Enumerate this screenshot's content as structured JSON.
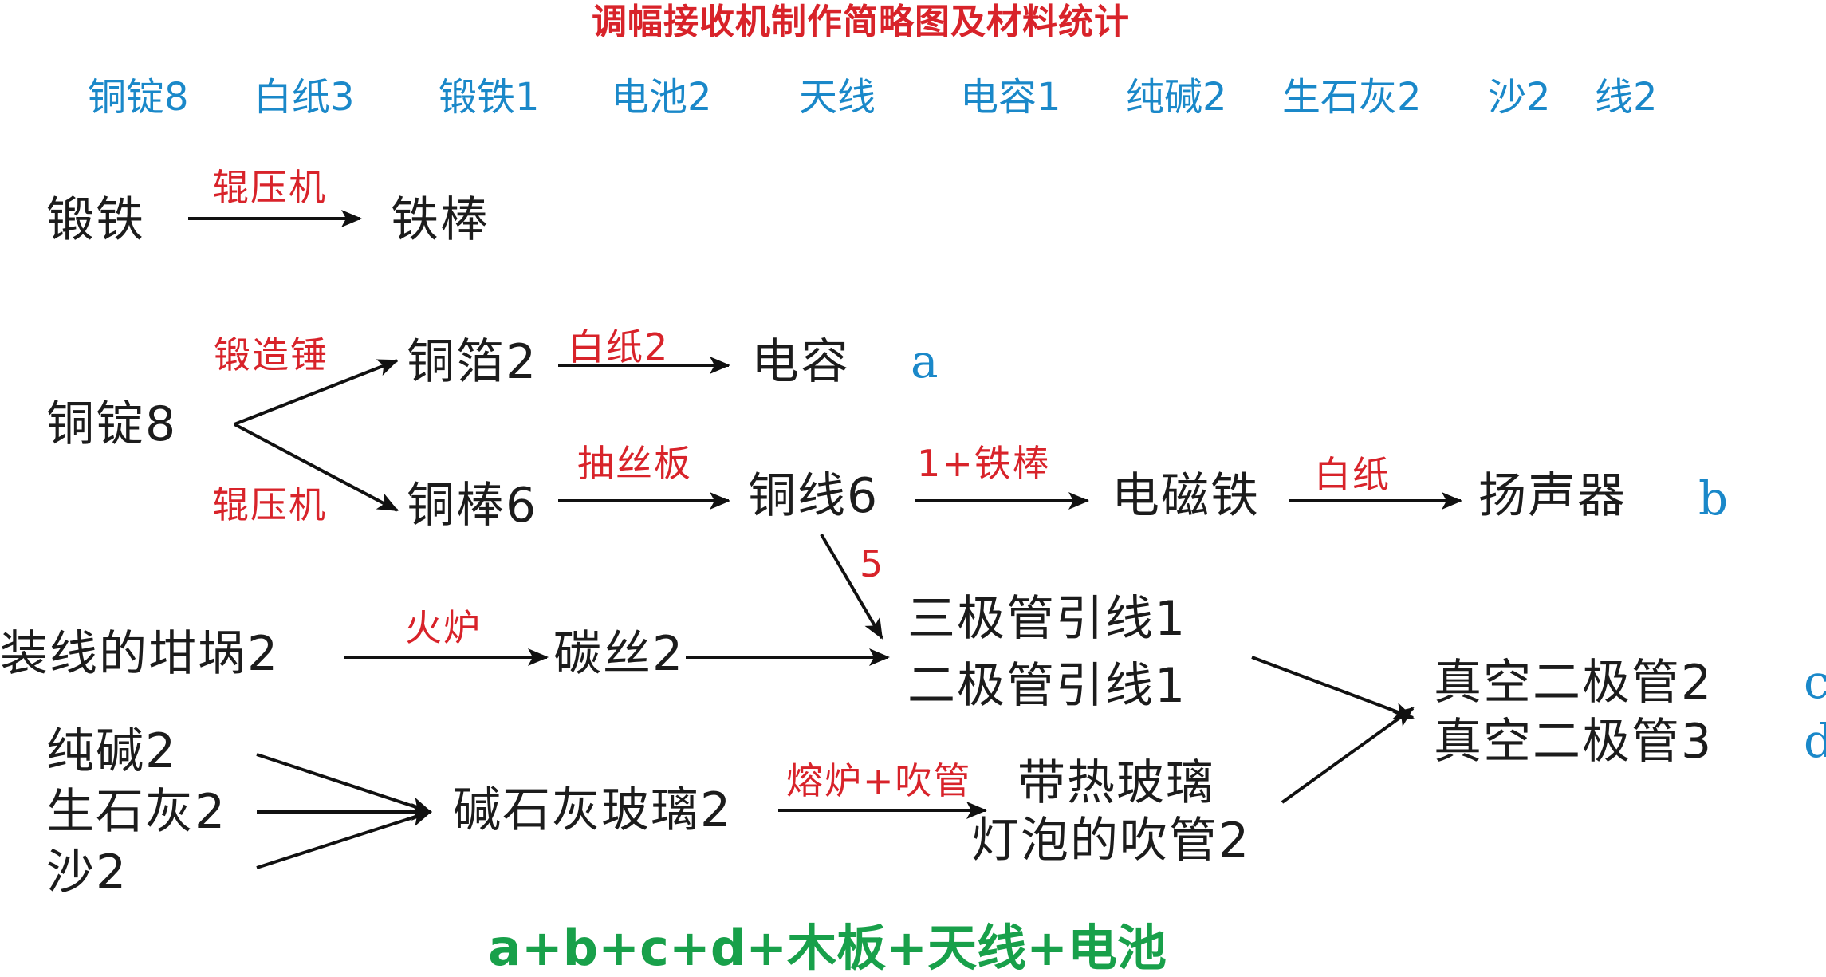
{
  "title": "调幅接收机制作简略图及材料统计",
  "materials": [
    "铜锭8",
    "白纸3",
    "锻铁1",
    "电池2",
    "天线",
    "电容1",
    "纯碱2",
    "生石灰2",
    "沙2",
    "线2"
  ],
  "nodes": {
    "wrought_iron": "锻铁",
    "iron_rod": "铁棒",
    "copper_ingot": "铜锭8",
    "copper_foil": "铜箔2",
    "capacitor": "电容",
    "copper_rod": "铜棒6",
    "copper_wire": "铜线6",
    "electromagnet": "电磁铁",
    "speaker": "扬声器",
    "crucible": "装线的坩埚2",
    "carbon_filament": "碳丝2",
    "triode_lead": "三极管引线1",
    "diode_lead": "二极管引线1",
    "vacuum_diode_2": "真空二极管2",
    "vacuum_diode_3": "真空二极管3",
    "soda": "纯碱2",
    "quicklime": "生石灰2",
    "sand": "沙2",
    "soda_lime_glass": "碱石灰玻璃2",
    "glass_line1": "带热玻璃",
    "glass_line2": "灯泡的吹管2"
  },
  "labels": {
    "roller1": "辊压机",
    "forging_hammer": "锻造锤",
    "roller2": "辊压机",
    "paper2": "白纸2",
    "draw_plate": "抽丝板",
    "one_plus_rod": "1+铁棒",
    "paper": "白纸",
    "five": "5",
    "furnace": "火炉",
    "melt_blow": "熔炉+吹管"
  },
  "tags": {
    "a": "a",
    "b": "b",
    "c": "c",
    "d": "d"
  },
  "formula": "a+b+c+d+木板+天线+电池",
  "colors": {
    "title": "#d8232a",
    "materials": "#1a88c9",
    "labels": "#d8232a",
    "tags": "#1a88c9",
    "formula": "#18a04a",
    "nodes": "#1c1c1c",
    "arrows": "#111111"
  }
}
